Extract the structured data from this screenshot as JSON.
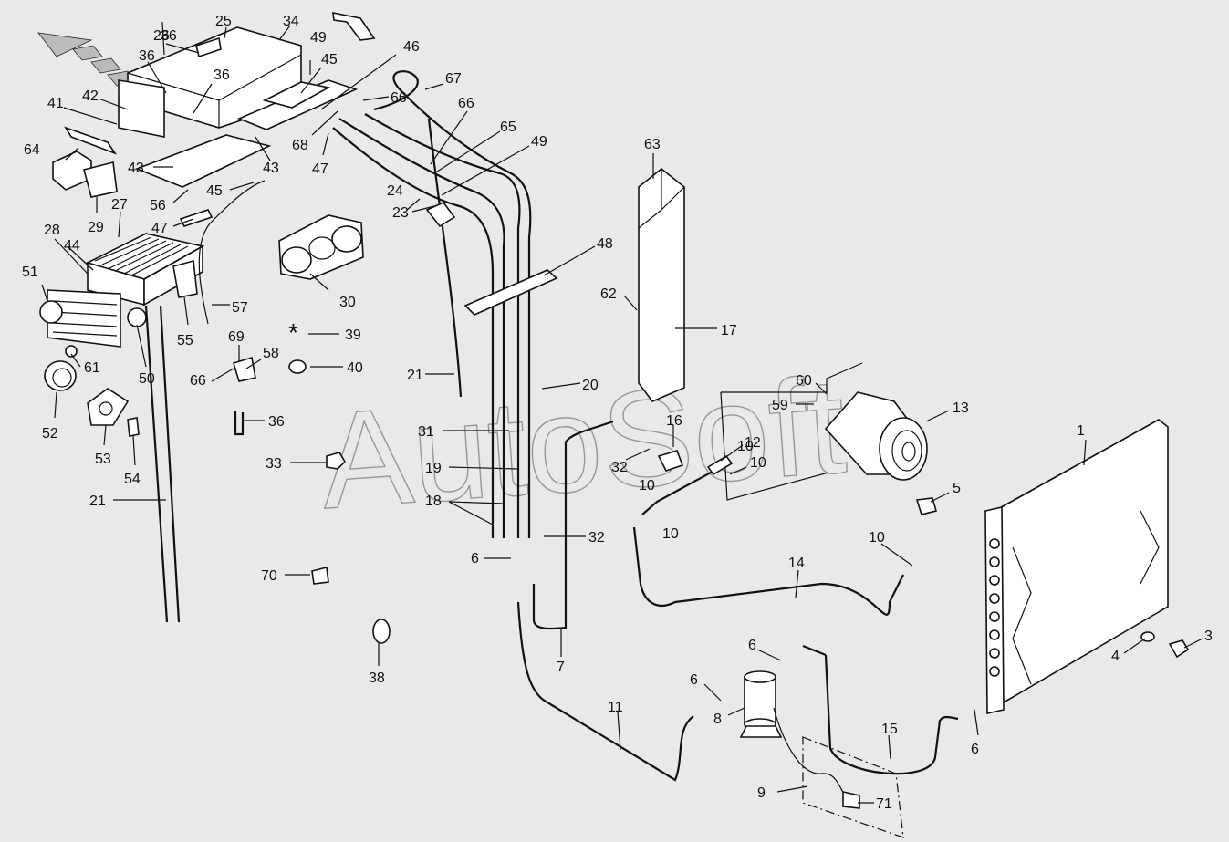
{
  "watermark": "AutoSoft",
  "asterisk": "*",
  "callouts": [
    "1",
    "3",
    "4",
    "5",
    "6",
    "6",
    "6",
    "6",
    "7",
    "8",
    "9",
    "10",
    "10",
    "10",
    "10",
    "10",
    "11",
    "12",
    "13",
    "14",
    "15",
    "16",
    "17",
    "18",
    "19",
    "20",
    "21",
    "21",
    "23",
    "24",
    "25",
    "26",
    "27",
    "28",
    "29",
    "30",
    "31",
    "32",
    "32",
    "33",
    "34",
    "36",
    "36",
    "36",
    "36",
    "38",
    "39",
    "40",
    "41",
    "42",
    "43",
    "43",
    "44",
    "45",
    "45",
    "46",
    "47",
    "47",
    "48",
    "49",
    "49",
    "50",
    "51",
    "52",
    "53",
    "54",
    "55",
    "56",
    "57",
    "58",
    "59",
    "60",
    "61",
    "62",
    "63",
    "64",
    "65",
    "66",
    "66",
    "66",
    "67",
    "68",
    "69",
    "70",
    "71"
  ]
}
